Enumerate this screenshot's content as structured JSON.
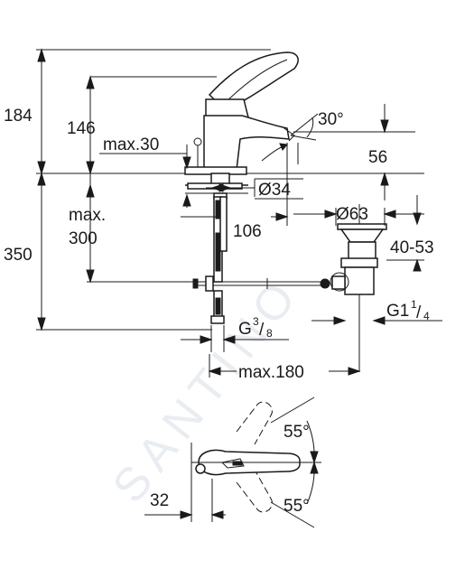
{
  "watermark": "SANTINO",
  "dimensions": {
    "height_total_top": "184",
    "height_spout": "146",
    "max_30": "max.30",
    "angle_spout": "30°",
    "spout_height_below": "56",
    "mount_diameter": "Ø34",
    "max_label": "max.",
    "max_thickness": "300",
    "total_below": "350",
    "spout_reach": "106",
    "waste_diameter": "Ø63",
    "waste_range": "40-53",
    "waste_thread_main": "G1",
    "waste_thread_num": "1",
    "waste_thread_den": "4",
    "connection_main": "G",
    "connection_num": "3",
    "connection_den": "8",
    "max_180": "max.180",
    "angle_upper": "55°",
    "angle_lower": "55°",
    "lever_offset": "32"
  }
}
